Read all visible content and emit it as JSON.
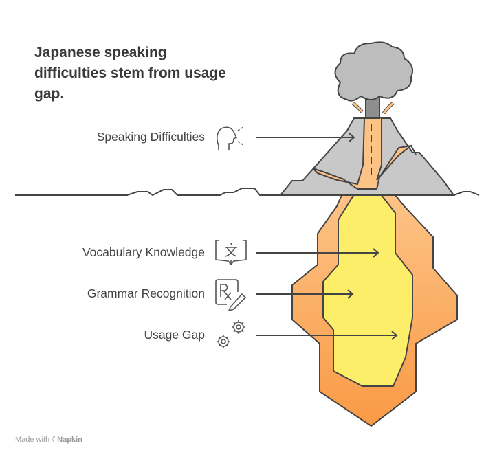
{
  "title": "Japanese speaking difficulties stem from usage gap.",
  "labels": [
    {
      "text": "Speaking Difficulties",
      "icon": "speaking-head-icon"
    },
    {
      "text": "Vocabulary Knowledge",
      "icon": "translate-book-icon"
    },
    {
      "text": "Grammar Recognition",
      "icon": "rx-pen-icon"
    },
    {
      "text": "Usage Gap",
      "icon": "gears-icon"
    }
  ],
  "footer": {
    "prefix": "Made with",
    "brand": "Napkin"
  },
  "colors": {
    "rock": "#C8C8C8",
    "lava_top": "#FDC386",
    "lava_bottom": "#F99A45",
    "core": "#FDEE6A",
    "stroke": "#444444"
  }
}
